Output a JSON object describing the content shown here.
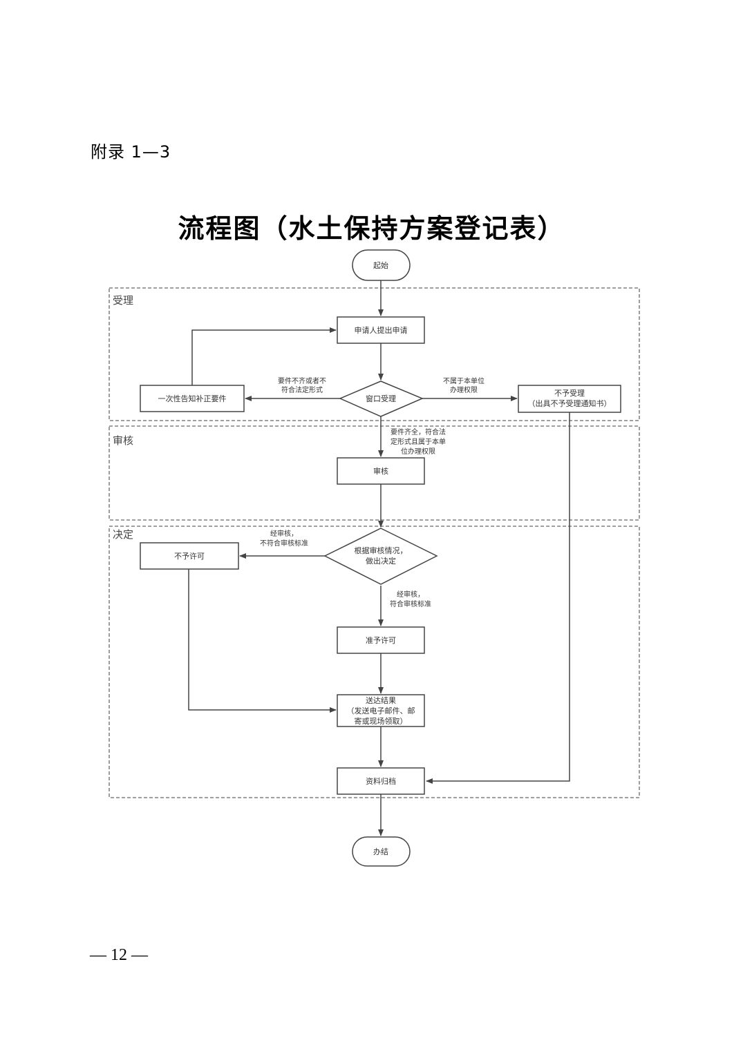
{
  "header": {
    "appendix": "附录 1—3"
  },
  "title": "流程图（水土保持方案登记表）",
  "sections": {
    "accept": "受理",
    "review": "审核",
    "decision": "决定"
  },
  "nodes": {
    "start": "起始",
    "apply": "申请人提出申请",
    "window": "窗口受理",
    "notify_line1": "一次性告知补正要件",
    "reject_line1": "不予受理",
    "reject_line2": "（出具不予受理通知书）",
    "review": "审核",
    "decide_line1": "根据审核情况，",
    "decide_line2": "做出决定",
    "deny": "不予许可",
    "grant": "准予许可",
    "deliver_line1": "送达结果",
    "deliver_line2": "（发送电子邮件、邮",
    "deliver_line3": "寄或现场领取）",
    "archive": "资料归档",
    "end": "办结"
  },
  "edge_labels": {
    "incomplete_line1": "要件不齐或者不",
    "incomplete_line2": "符合法定形式",
    "outside_line1": "不属于本单位",
    "outside_line2": "办理权限",
    "complete_line1": "要件齐全，符合法",
    "complete_line2": "定形式且属于本单",
    "complete_line3": "位办理权限",
    "fail_line1": "经审核，",
    "fail_line2": "不符合审核标准",
    "pass_line1": "经审核，",
    "pass_line2": "符合审核标准"
  },
  "footer": {
    "page_number": "— 12 —"
  }
}
